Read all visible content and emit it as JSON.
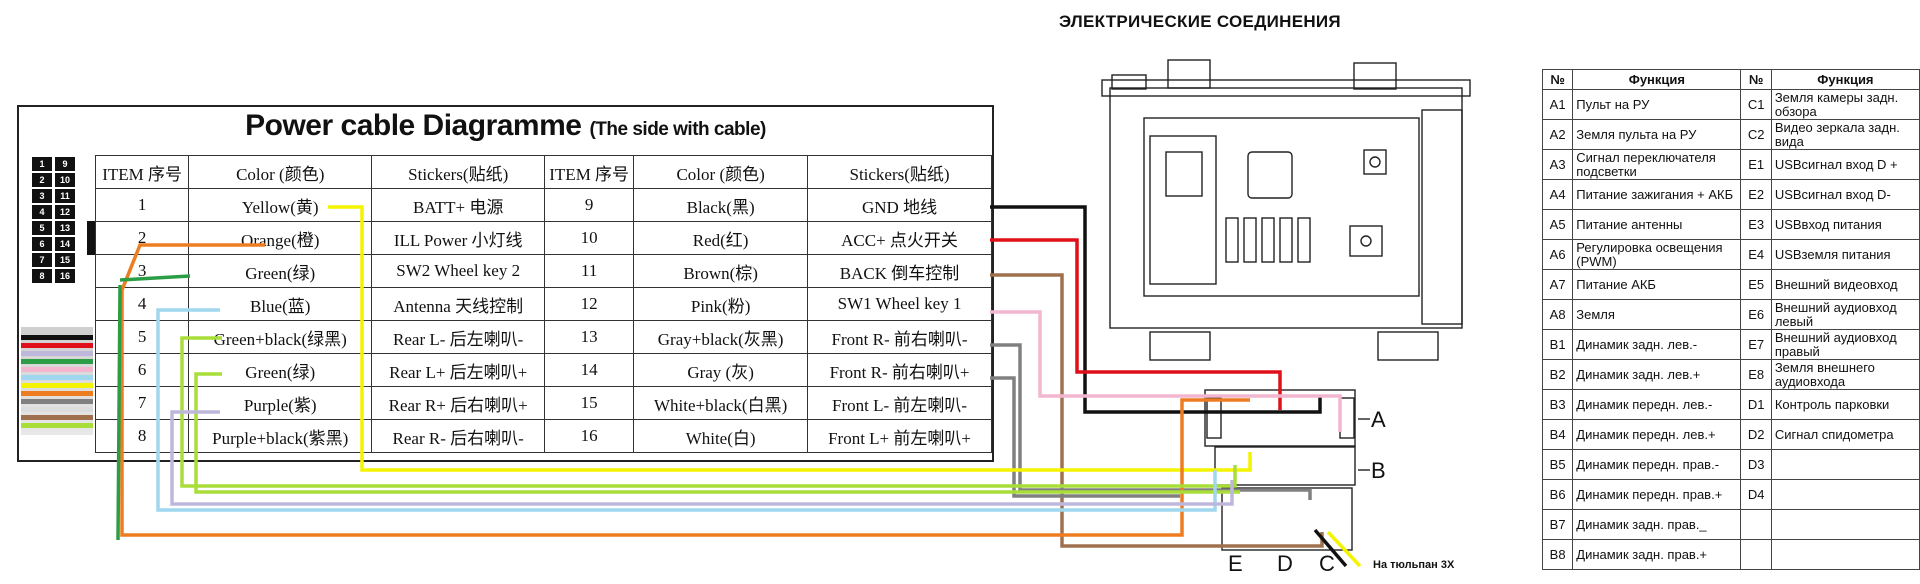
{
  "headline": "ЭЛЕКТРИЧЕСКИЕ СОЕДИНЕНИЯ",
  "power_cable": {
    "title": "Power cable Diagramme",
    "subtitle": "(The side with cable)",
    "headers": [
      "ITEM 序号",
      "Color (颜色)",
      "Stickers(贴纸)",
      "ITEM 序号",
      "Color (颜色)",
      "Stickers(贴纸)"
    ],
    "rows": [
      [
        "1",
        "Yellow(黄)",
        "BATT+ 电源",
        "9",
        "Black(黑)",
        "GND 地线"
      ],
      [
        "2",
        "Orange(橙)",
        "ILL Power 小灯线",
        "10",
        "Red(红)",
        "ACC+ 点火开关"
      ],
      [
        "3",
        "Green(绿)",
        "SW2 Wheel key 2",
        "11",
        "Brown(棕)",
        "BACK 倒车控制"
      ],
      [
        "4",
        "Blue(蓝)",
        "Antenna 天线控制",
        "12",
        "Pink(粉)",
        "SW1 Wheel key 1"
      ],
      [
        "5",
        "Green+black(绿黑)",
        "Rear L- 后左喇叭-",
        "13",
        "Gray+black(灰黑)",
        "Front R- 前右喇叭-"
      ],
      [
        "6",
        "Green(绿)",
        "Rear L+ 后左喇叭+",
        "14",
        "Gray (灰)",
        "Front R- 前右喇叭+"
      ],
      [
        "7",
        "Purple(紫)",
        "Rear R+ 后右喇叭+",
        "15",
        "White+black(白黑)",
        "Front L- 前左喇叭-"
      ],
      [
        "8",
        "Purple+black(紫黑)",
        "Rear R- 后右喇叭-",
        "16",
        "White(白)",
        "Front L+ 前左喇叭+"
      ]
    ],
    "pin_pairs": [
      [
        "1",
        "9"
      ],
      [
        "2",
        "10"
      ],
      [
        "3",
        "11"
      ],
      [
        "4",
        "12"
      ],
      [
        "5",
        "13"
      ],
      [
        "6",
        "14"
      ],
      [
        "7",
        "15"
      ],
      [
        "8",
        "16"
      ]
    ]
  },
  "connector_labels": {
    "a": "A",
    "b": "B",
    "c": "C",
    "d": "D",
    "e": "E"
  },
  "tulip_note": "На тюльпан 3Х",
  "function_table": {
    "headers": [
      "№",
      "Функция",
      "№",
      "Функция"
    ],
    "rows": [
      [
        "A1",
        "Пульт на РУ",
        "C1",
        "Земля камеры задн. обзора"
      ],
      [
        "A2",
        "Земля пульта на РУ",
        "C2",
        "Видео зеркала задн. вида"
      ],
      [
        "A3",
        "Сигнал переключателя подсветки",
        "E1",
        "USBсигнал вход D +"
      ],
      [
        "A4",
        "Питание зажигания + АКБ",
        "E2",
        "USBсигнал вход D-"
      ],
      [
        "A5",
        "Питание антенны",
        "E3",
        "USBвход питания"
      ],
      [
        "A6",
        "Регулировка освещения (PWM)",
        "E4",
        "USBземля питания"
      ],
      [
        "A7",
        "Питание АКБ",
        "E5",
        "Внешний видеовход"
      ],
      [
        "A8",
        "Земля",
        "E6",
        "Внешний аудиовход левый"
      ],
      [
        "B1",
        "Динамик задн. лев.-",
        "E7",
        "Внешний аудиовход правый"
      ],
      [
        "B2",
        "Динамик задн. лев.+",
        "E8",
        "Земля внешнего аудиовхода"
      ],
      [
        "B3",
        "Динамик передн. лев.-",
        "D1",
        "Контроль парковки"
      ],
      [
        "B4",
        "Динамик передн. лев.+",
        "D2",
        "Сигнал спидометра"
      ],
      [
        "B5",
        "Динамик передн. прав.-",
        "D3",
        ""
      ],
      [
        "B6",
        "Динамик передн. прав.+",
        "D4",
        ""
      ],
      [
        "B7",
        "Динамик задн. прав._",
        "",
        ""
      ],
      [
        "B8",
        "Динамик задн. прав.+",
        "",
        ""
      ]
    ]
  },
  "wire_colors": {
    "black": "#111111",
    "red": "#e0101a",
    "brown": "#a0704e",
    "pink": "#f2b6cf",
    "gray": "#808080",
    "yellow": "#f4f400",
    "orange": "#ee7d22",
    "green": "#2b9d45",
    "lightgreen": "#a8dd3a",
    "blue": "#9fd7ee",
    "purple": "#bdb7dc",
    "white": "#dddddd"
  }
}
